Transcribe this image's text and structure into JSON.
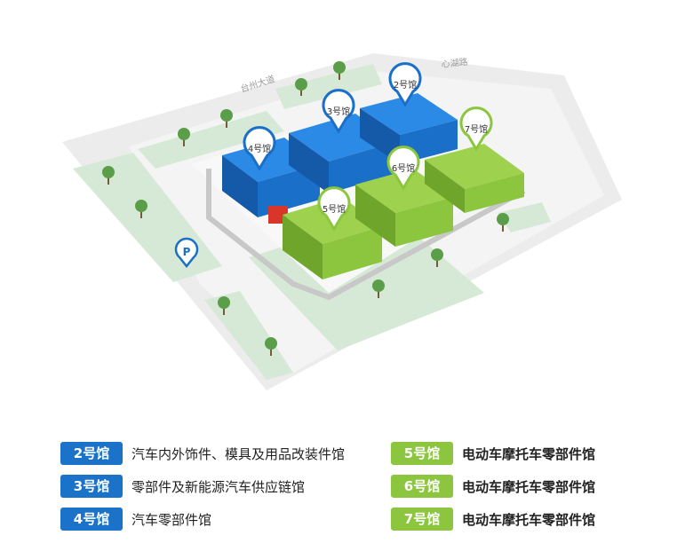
{
  "roads": {
    "top_left": "台州大道",
    "top_right": "心湖路"
  },
  "halls": [
    {
      "id": "2",
      "label": "2号馆",
      "color": "#1a6fc8",
      "desc": "汽车内外饰件、模具及用品改装件馆"
    },
    {
      "id": "3",
      "label": "3号馆",
      "color": "#1a6fc8",
      "desc": "零部件及新能源汽车供应链馆"
    },
    {
      "id": "4",
      "label": "4号馆",
      "color": "#1a6fc8",
      "desc": "汽车零部件馆"
    },
    {
      "id": "5",
      "label": "5号馆",
      "color": "#8cc63f",
      "desc": "电动车摩托车零部件馆"
    },
    {
      "id": "6",
      "label": "6号馆",
      "color": "#8cc63f",
      "desc": "电动车摩托车零部件馆"
    },
    {
      "id": "7",
      "label": "7号馆",
      "color": "#8cc63f",
      "desc": "电动车摩托车零部件馆"
    }
  ],
  "parking": {
    "symbol": "P"
  },
  "colors": {
    "blue": "#1a6fc8",
    "green": "#8cc63f",
    "road": "#e6e6e6",
    "lawn": "#d4e8d4",
    "tree": "#5a9e4a"
  }
}
